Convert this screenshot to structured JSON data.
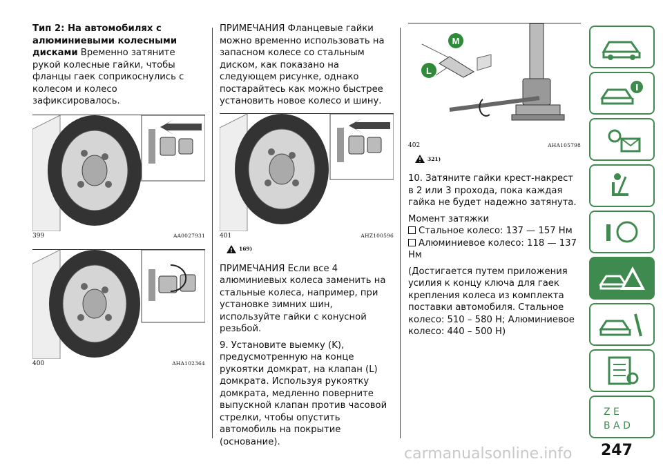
{
  "col1": {
    "heading": "Тип 2: На автомобилях с алюминиевыми колесными дисками",
    "text": "Временно затяните рукой колесные гайки, чтобы фланцы гаек соприкоснулись с колесом и колесо зафиксировалось.",
    "fig1": {
      "number": "399",
      "code": "AA0027931"
    },
    "fig2": {
      "number": "400",
      "code": "AHA102364"
    }
  },
  "col2": {
    "note1_label": "ПРИМЕЧАНИЯ",
    "note1_text": "Фланцевые гайки можно временно использовать на запасном колесе со стальным диском, как показано на следующем рисунке, однако постарайтесь как можно быстрее установить новое колесо и шину.",
    "fig": {
      "number": "401",
      "code": "AHZ100596"
    },
    "warning_ref": "169)",
    "note2_label": "ПРИМЕЧАНИЯ",
    "note2_text": "Если все 4 алюминиевых колеса заменить на стальные колеса, например, при установке зимних шин, используйте гайки с конусной резьбой.",
    "step9": "9. Установите выемку (K), предусмотренную на конце рукоятки домкрат, на клапан (L) домкрата. Используя рукоятку домкрата, медленно поверните выпускной клапан против часовой стрелки, чтобы опустить автомобиль на покрытие (основание)."
  },
  "col3": {
    "fig": {
      "number": "402",
      "code": "AHA105798",
      "label_m": "M",
      "label_l": "L"
    },
    "warning_ref": "321)",
    "step10": "10. Затяните гайки крест-накрест в 2 или 3 прохода, пока каждая гайка не будет надежно затянута.",
    "torque_title": "Момент затяжки",
    "torque_steel": "Стальное колесо: 137 — 157 Нм",
    "torque_alu": "Алюминиевое колесо: 118 — 137 Нм",
    "note": "(Достигается путем приложения усилия к концу ключа для гаек крепления колеса из комплекта поставки автомобиля. Стальное колесо: 510 – 580 Н; Алюминиевое колесо: 440 – 500 Н)"
  },
  "page_number": "247",
  "watermark": "carmanualsonline.info",
  "sidebar": {
    "accent": "#3f8a4f",
    "tabs": [
      "car-dashboard-icon",
      "car-info-icon",
      "lights-mail-icon",
      "seat-airbag-icon",
      "key-steering-icon",
      "car-warning-triangle-icon",
      "car-wrench-icon",
      "checklist-icon",
      "alphabet-index-icon"
    ],
    "active_index": 5
  }
}
